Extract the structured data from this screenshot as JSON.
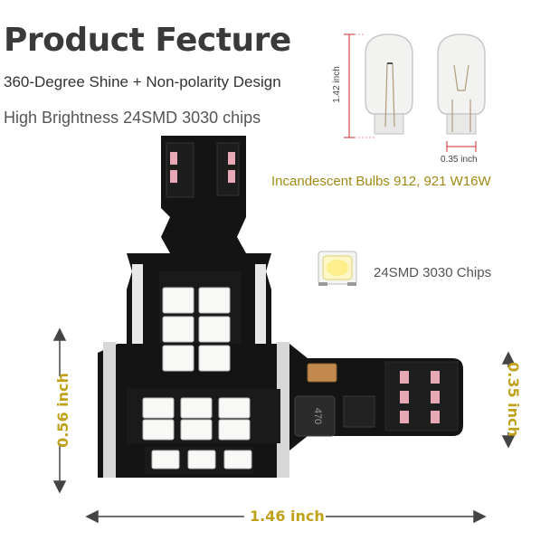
{
  "heading": {
    "title": "Product Fecture",
    "line1": "360-Degree Shine + Non-polarity Design",
    "line2": "High Brightness 24SMD 3030 chips"
  },
  "bulbs": {
    "caption": "Incandescent Bulbs 912, 921 W16W",
    "height_label": "1.42 inch",
    "width_label": "0.35 inch"
  },
  "chips": {
    "caption": "24SMD 3030 Chips"
  },
  "led": {
    "left_height_label": "0.56 inch",
    "right_height_label": "0.35 inch",
    "width_label": "1.46 inch",
    "board_text": "470"
  },
  "colors": {
    "accent_gold": "#c0a21a",
    "red_dimension": "#cc2a2a",
    "pcb_black": "#141414"
  }
}
